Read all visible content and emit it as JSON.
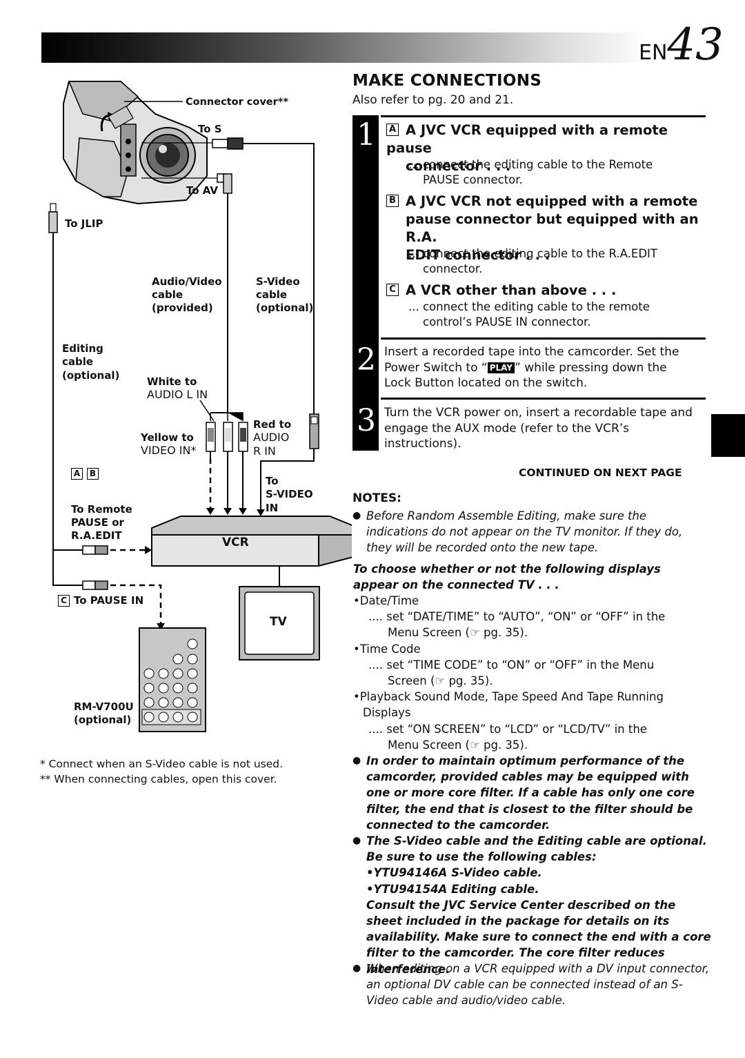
{
  "header": {
    "prefix": "EN",
    "page_number": "43"
  },
  "diagram": {
    "labels": {
      "connector_cover": "Connector cover**",
      "to_s": "To S",
      "to_av": "To AV",
      "to_jlip": "To JLIP",
      "av_cable_1": "Audio/Video",
      "av_cable_2": "cable",
      "av_cable_3": "(provided)",
      "svideo_cable_1": "S-Video",
      "svideo_cable_2": "cable",
      "svideo_cable_3": "(optional)",
      "editing_1": "Editing",
      "editing_2": "cable",
      "editing_3": "(optional)",
      "white_1": "White to",
      "white_2": "AUDIO L IN",
      "red_1": "Red to",
      "red_2": "AUDIO",
      "red_3": "R IN",
      "yellow_1": "Yellow to",
      "yellow_2": "VIDEO IN*",
      "to_svideo_1": "To",
      "to_svideo_2": "S-VIDEO",
      "to_svideo_3": "IN",
      "letter_a": "A",
      "letter_b": "B",
      "letter_c": "C",
      "to_remote_1": "To Remote",
      "to_remote_2": "PAUSE or",
      "to_remote_3": "R.A.EDIT",
      "vcr": "VCR",
      "tv": "TV",
      "to_pause_in": "To PAUSE IN",
      "remote_model": "RM-V700U",
      "remote_optional": "(optional)"
    },
    "footnotes": {
      "f1": "*  Connect when an S-Video cable is not used.",
      "f2": "** When connecting cables, open this cover."
    }
  },
  "section": {
    "title": "MAKE CONNECTIONS",
    "subtitle": "Also refer to pg. 20 and 21."
  },
  "steps": {
    "s1": {
      "num": "1",
      "a_letter": "A",
      "a_head_1": "A JVC VCR equipped with a remote pause",
      "a_head_2": "connector . . .",
      "a_detail_1": "... connect the editing cable to the Remote",
      "a_detail_2": "PAUSE connector.",
      "b_letter": "B",
      "b_head_1": "A JVC VCR not equipped with a remote",
      "b_head_2": "pause connector but equipped with an R.A.",
      "b_head_3": "EDIT connector . . .",
      "b_detail_1": "... connect the editing cable to the R.A.EDIT",
      "b_detail_2": "connector.",
      "c_letter": "C",
      "c_head": "A VCR other than above . . .",
      "c_detail_1": "... connect the editing cable to the remote",
      "c_detail_2": "control’s PAUSE IN connector."
    },
    "s2": {
      "num": "2",
      "line1": "Insert a recorded tape into the camcorder. Set the",
      "line2_pre": "Power Switch to “",
      "play_badge": "PLAY",
      "line2_post": "” while pressing down the",
      "line3": "Lock Button located on the switch."
    },
    "s3": {
      "num": "3",
      "line1": "Turn the VCR power on, insert a recordable tape and",
      "line2": "engage the AUX mode (refer to the VCR’s instructions)."
    }
  },
  "continued": "CONTINUED ON NEXT PAGE",
  "notes": {
    "title": "NOTES:",
    "bullet": "●",
    "n1": "Before Random Assemble Editing, make sure the indications do not appear on the TV monitor. If they do, they will be recorded onto the new tape.",
    "n2_head": "To choose whether or not the following displays appear on the connected TV . . .",
    "n2_items": {
      "i1": "•Date/Time",
      "i1_d": ".... set “DATE/TIME” to “AUTO”, “ON” or “OFF” in the",
      "i1_d2": "Menu Screen (☞ pg. 35).",
      "i2": "•Time Code",
      "i2_d": ".... set “TIME CODE” to “ON” or “OFF” in the Menu",
      "i2_d2": "Screen (☞ pg. 35).",
      "i3": "•Playback Sound Mode, Tape Speed And Tape Running",
      "i3_b": "Displays",
      "i3_d": ".... set “ON SCREEN” to “LCD” or “LCD/TV” in the",
      "i3_d2": "Menu Screen (☞ pg. 35)."
    },
    "n3": "In order to maintain optimum performance of the camcorder, provided cables may be equipped with one or more core filter. If a cable has only one core filter, the end that is closest to the filter should be connected to the camcorder.",
    "n4": "The S-Video cable and the Editing cable are optional. Be sure to use the following cables:",
    "n4_c1": "•YTU94146A S-Video cable.",
    "n4_c2": "•YTU94154A Editing cable.",
    "n4_more": "Consult the JVC Service Center described on the sheet included in the package for details on its availability. Make sure to connect the end with a core filter to the camcorder. The core filter reduces interference.",
    "n5": "When editing on a VCR equipped with a DV input connector, an optional DV cable can be connected instead of an S-Video cable and audio/video cable."
  }
}
